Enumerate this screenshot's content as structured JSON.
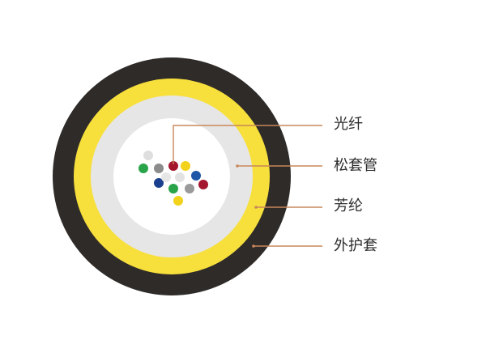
{
  "labels": {
    "fiber": "光纤",
    "loose_tube": "松套管",
    "aramid": "芳纶",
    "jacket": "外护套"
  },
  "colors": {
    "jacket": "#2e2b29",
    "aramid": "#f7df3c",
    "tube_wall": "#e6e6e6",
    "tube_core": "#ffffff",
    "leader": "#c8875a"
  },
  "fibers": [
    {
      "name": "fiber-white",
      "color": "#dedede"
    },
    {
      "name": "fiber-green",
      "color": "#2aa44a"
    },
    {
      "name": "fiber-gray",
      "color": "#8c8c8c"
    },
    {
      "name": "fiber-red",
      "color": "#a3162e"
    },
    {
      "name": "fiber-yellow",
      "color": "#f2d21a"
    },
    {
      "name": "fiber-white",
      "color": "#e2e2e2"
    },
    {
      "name": "fiber-blue",
      "color": "#1f57a8"
    },
    {
      "name": "fiber-navy",
      "color": "#1a3f8f"
    },
    {
      "name": "fiber-white",
      "color": "#e6e6e6"
    },
    {
      "name": "fiber-green",
      "color": "#2aa44a"
    },
    {
      "name": "fiber-gray",
      "color": "#9a9a9a"
    },
    {
      "name": "fiber-red",
      "color": "#a3162e"
    },
    {
      "name": "fiber-yellow",
      "color": "#f2d21a"
    }
  ]
}
